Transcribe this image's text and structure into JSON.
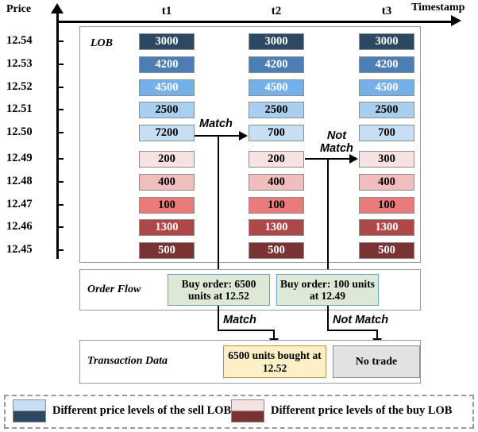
{
  "axes": {
    "price_label": "Price",
    "timestamp_label": "Timestamp",
    "price_ticks": [
      "12.54",
      "12.53",
      "12.52",
      "12.51",
      "12.50",
      "12.49",
      "12.48",
      "12.47",
      "12.46",
      "12.45"
    ],
    "timestamps": [
      "t1",
      "t2",
      "t3"
    ]
  },
  "panels": {
    "lob_tag": "LOB",
    "order_flow_tag": "Order Flow",
    "transaction_tag": "Transaction Data"
  },
  "chart_data": {
    "type": "table",
    "title": "Limit Order Book evolution across timestamps",
    "xlabel": "Timestamp",
    "ylabel": "Price",
    "price_levels": [
      "12.54",
      "12.53",
      "12.52",
      "12.51",
      "12.50",
      "12.49",
      "12.48",
      "12.47",
      "12.46",
      "12.45"
    ],
    "side_by_level": [
      "sell",
      "sell",
      "sell",
      "sell",
      "sell",
      "buy",
      "buy",
      "buy",
      "buy",
      "buy"
    ],
    "columns": [
      "t1",
      "t2",
      "t3"
    ],
    "colors_by_level": [
      "#2d4862",
      "#4d7db5",
      "#76b0e8",
      "#a9cfef",
      "#c6dff4",
      "#f7e2e2",
      "#f2bdbd",
      "#ea7b7b",
      "#ae4848",
      "#7b3232"
    ],
    "text_color_by_level": [
      "#ffffff",
      "#ffffff",
      "#ffffff",
      "#000000",
      "#000000",
      "#000000",
      "#000000",
      "#000000",
      "#ffffff",
      "#ffffff"
    ],
    "series": [
      {
        "name": "t1",
        "values": [
          3000,
          4200,
          4500,
          2500,
          7200,
          200,
          400,
          100,
          1300,
          500
        ]
      },
      {
        "name": "t2",
        "values": [
          3000,
          4200,
          4500,
          2500,
          700,
          200,
          400,
          100,
          1300,
          500
        ]
      },
      {
        "name": "t3",
        "values": [
          3000,
          4200,
          4500,
          2500,
          700,
          300,
          400,
          100,
          1300,
          500
        ]
      }
    ]
  },
  "flows": {
    "match_lob": "Match",
    "not_match_lob": "Not\nMatch",
    "match_transaction": "Match",
    "not_match_transaction": "Not Match"
  },
  "order_flow": {
    "order_1": "Buy order: 6500 units at 12.52",
    "order_2": "Buy order: 100 units at 12.49"
  },
  "transactions": {
    "trade": "6500 units bought at 12.52",
    "no_trade": "No trade"
  },
  "legend": {
    "items": [
      {
        "label": "Different price levels of the sell LOB",
        "top_color": "#c6dff4",
        "bottom_color": "#2d4862"
      },
      {
        "label": "Different price levels of the buy LOB",
        "top_color": "#f7e2e2",
        "bottom_color": "#7b3232"
      }
    ]
  }
}
